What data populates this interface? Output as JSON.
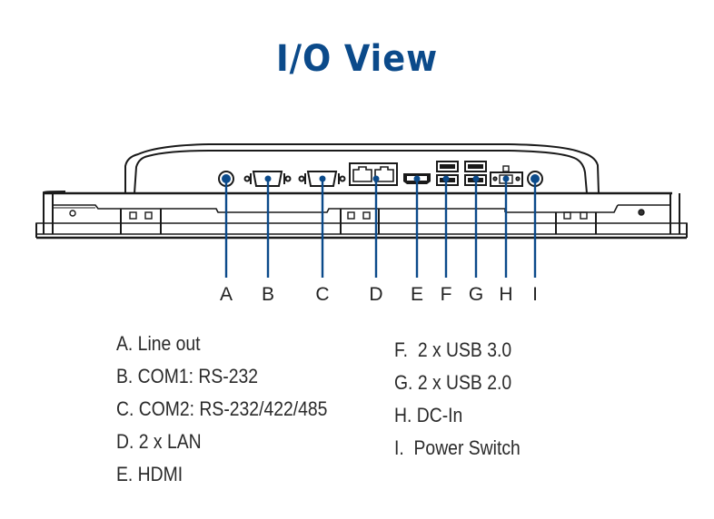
{
  "title": "I/O View",
  "colors": {
    "accent": "#0b4a8a",
    "line": "#1a1a1a",
    "text": "#2a2a2a"
  },
  "ports": [
    {
      "key": "A",
      "name": "Line out",
      "icon": "audio-jack-icon"
    },
    {
      "key": "B",
      "name": "COM1: RS-232",
      "icon": "db9-serial-port-icon"
    },
    {
      "key": "C",
      "name": "COM2: RS-232/422/485",
      "icon": "db9-serial-port-icon"
    },
    {
      "key": "D",
      "name": "2 x LAN",
      "icon": "rj45-dual-port-icon"
    },
    {
      "key": "E",
      "name": "HDMI",
      "icon": "hdmi-port-icon"
    },
    {
      "key": "F",
      "name": "2 x USB 3.0",
      "icon": "usb-stack-icon"
    },
    {
      "key": "G",
      "name": "2 x USB 2.0",
      "icon": "usb-stack-icon"
    },
    {
      "key": "H",
      "name": "DC-In",
      "icon": "dc-in-terminal-icon"
    },
    {
      "key": "I",
      "name": "Power Switch",
      "icon": "power-switch-icon"
    }
  ],
  "legend": {
    "left": [
      "A. Line out",
      "B. COM1: RS-232",
      "C. COM2: RS-232/422/485",
      "D. 2 x LAN",
      "E. HDMI"
    ],
    "right": [
      "F.  2 x USB 3.0",
      "G. 2 x USB 2.0",
      "H. DC-In",
      "I.  Power Switch"
    ]
  }
}
